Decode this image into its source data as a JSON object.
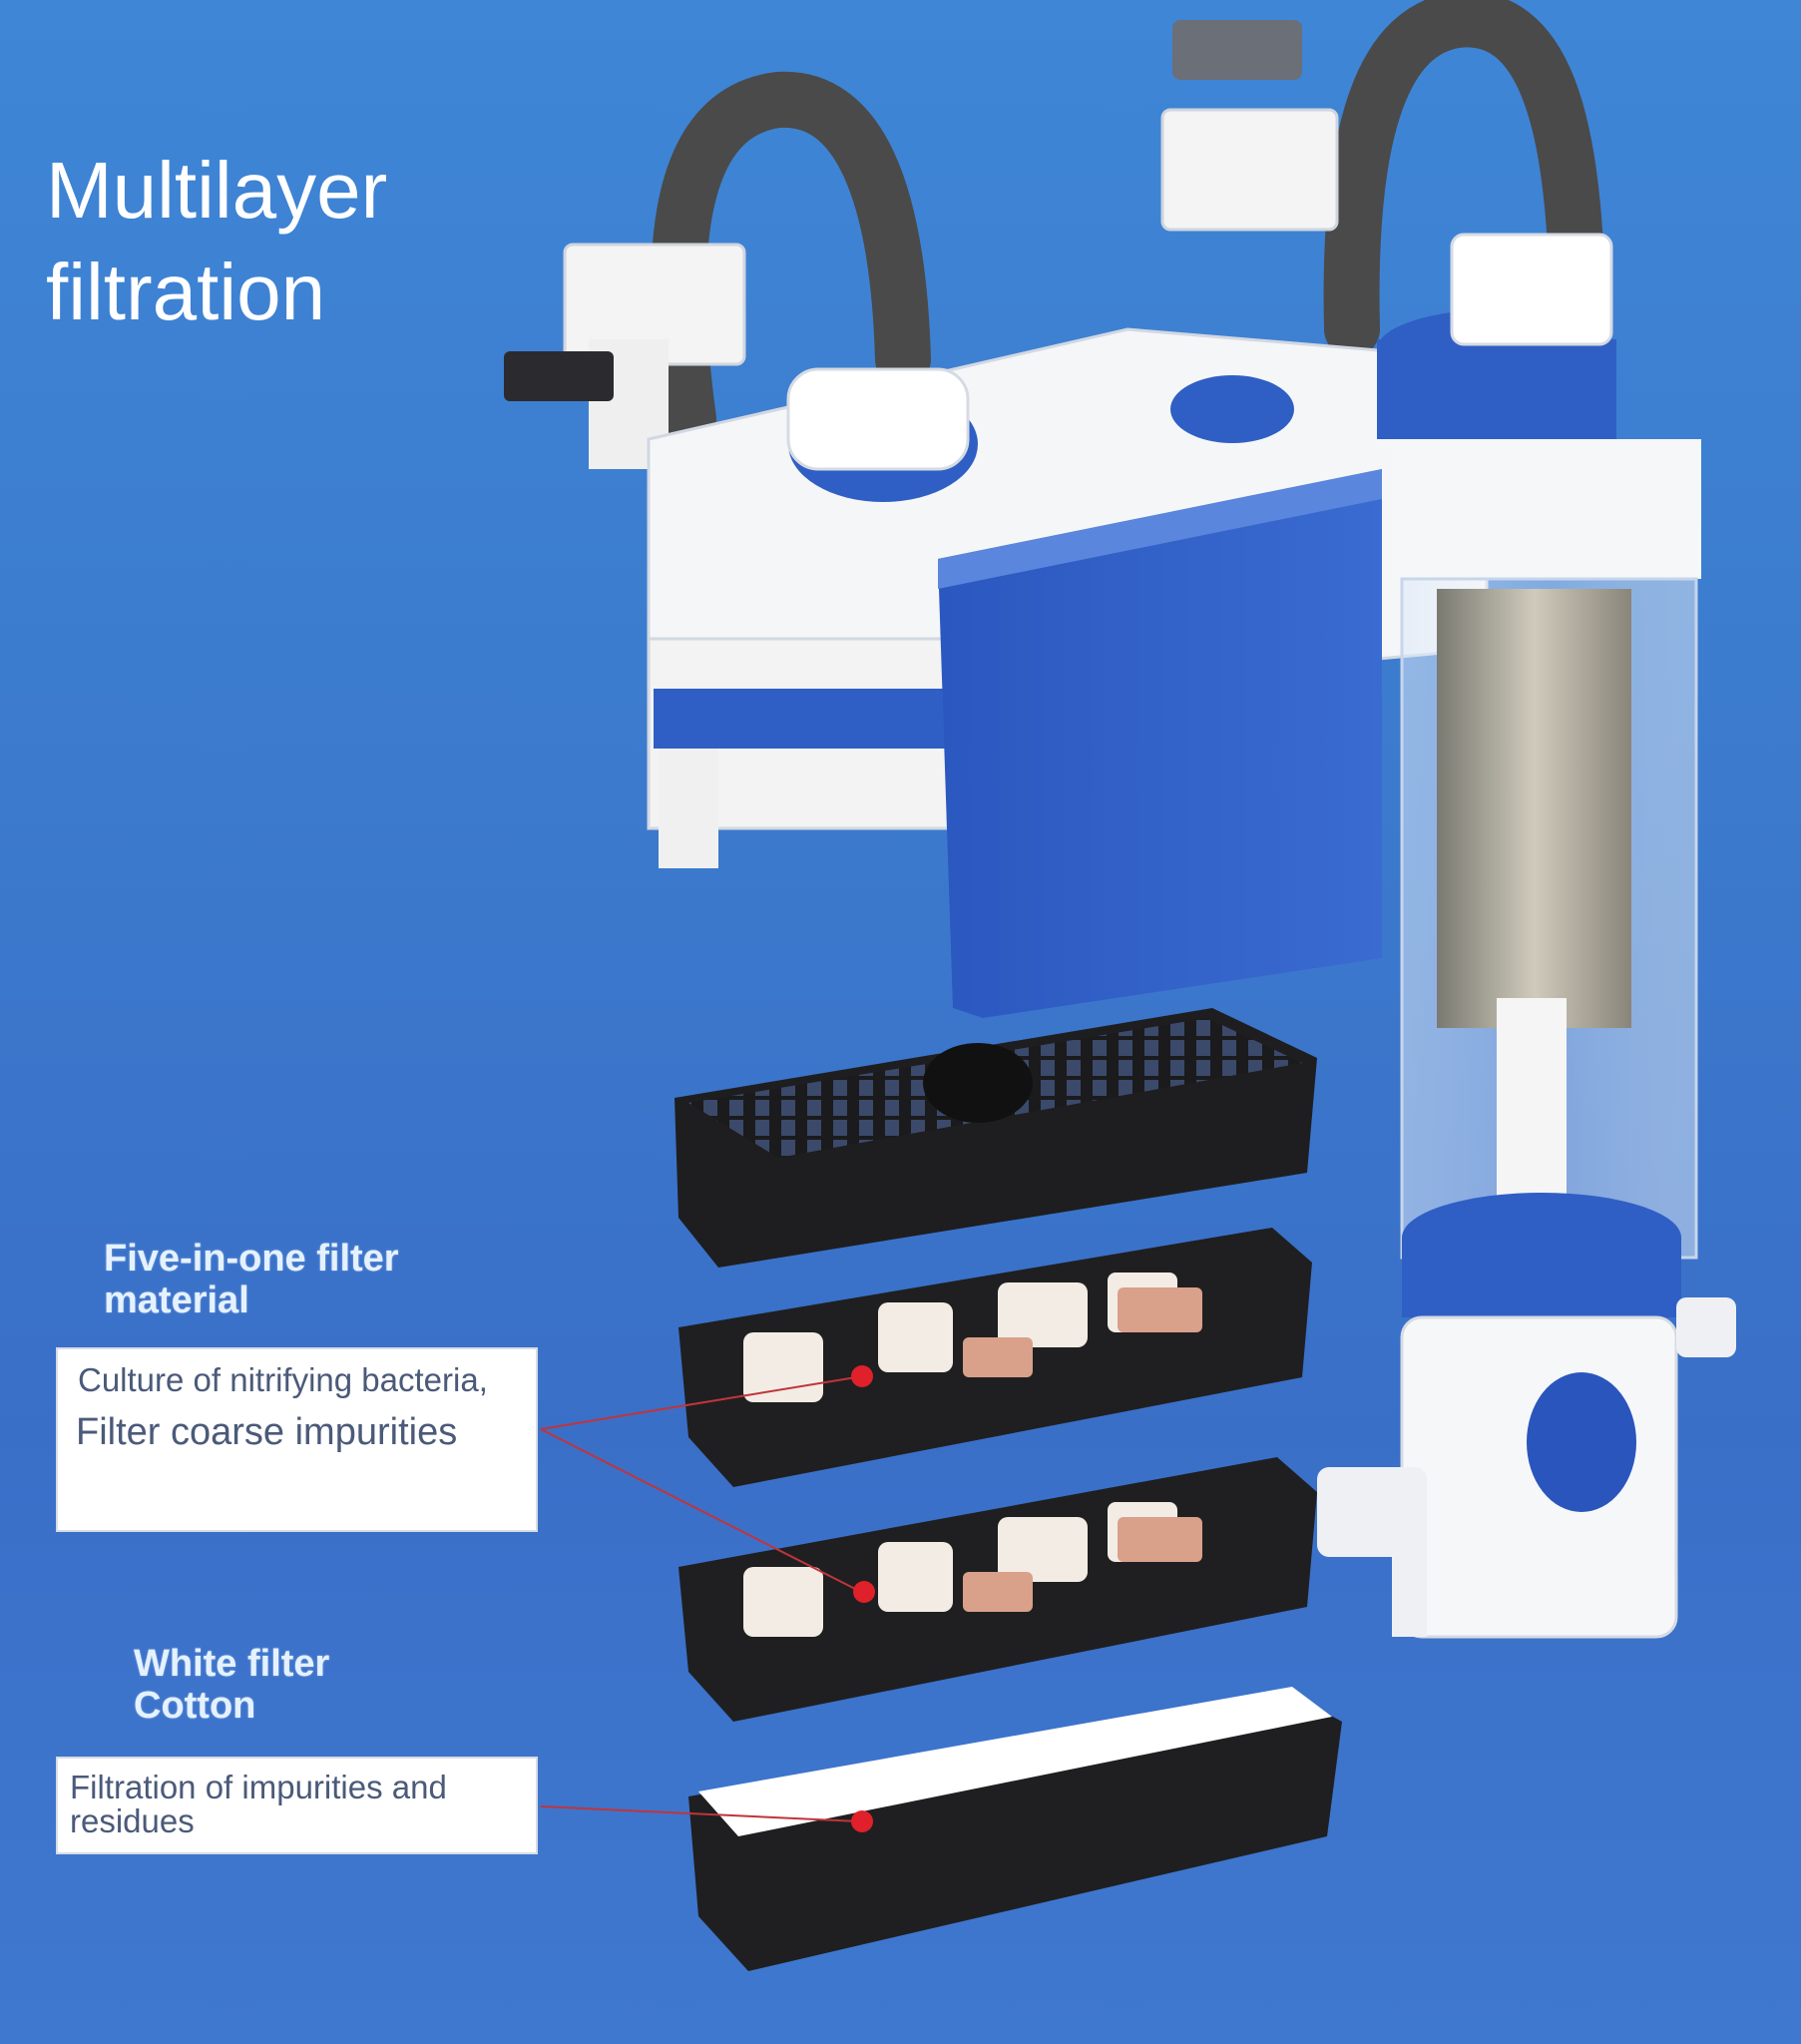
{
  "title": {
    "line1": "Multilayer",
    "line2": "filtration"
  },
  "five_in_one": {
    "heading_line1": "Five-in-one filter",
    "heading_line2": "material",
    "box_line1": "Culture of nitrifying bacteria,",
    "box_line2": "Filter coarse impurities"
  },
  "white_cotton": {
    "heading_line1": "White filter",
    "heading_line2": "Cotton",
    "box_line1": "Filtration of impurities and",
    "box_line2": "residues"
  },
  "colors": {
    "background": "#3b78cc",
    "product_blue": "#2f5fc4",
    "marker_red": "#e0202a"
  }
}
